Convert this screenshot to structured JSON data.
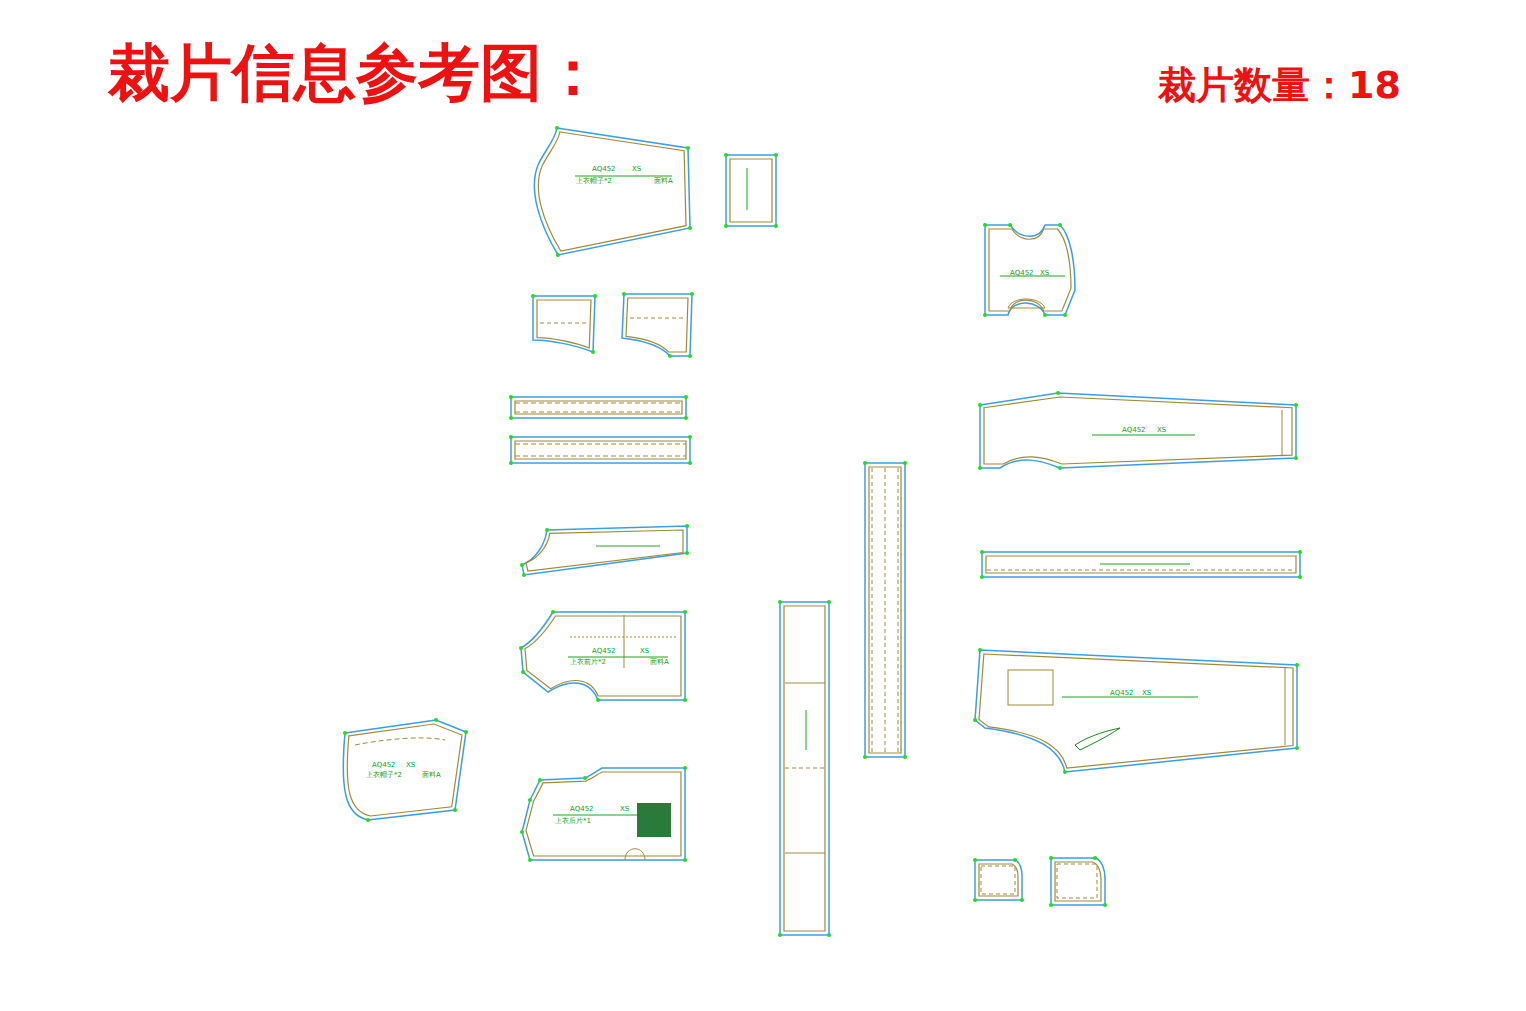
{
  "diagram": {
    "title": "裁片信息参考图：",
    "labels": [
      "裁片数量：18",
      "AQ452",
      "XS",
      "上衣帽子*2",
      "面料A",
      "AQ452",
      "XS",
      "上衣前片*2",
      "面料A",
      "AQ452",
      "XS",
      "上衣后片*1",
      "AQ452",
      "XS",
      "上衣帽子*2",
      "面料A",
      "AQ452",
      "XS",
      "AQ452",
      "XS",
      "AQ452",
      "XS"
    ]
  }
}
